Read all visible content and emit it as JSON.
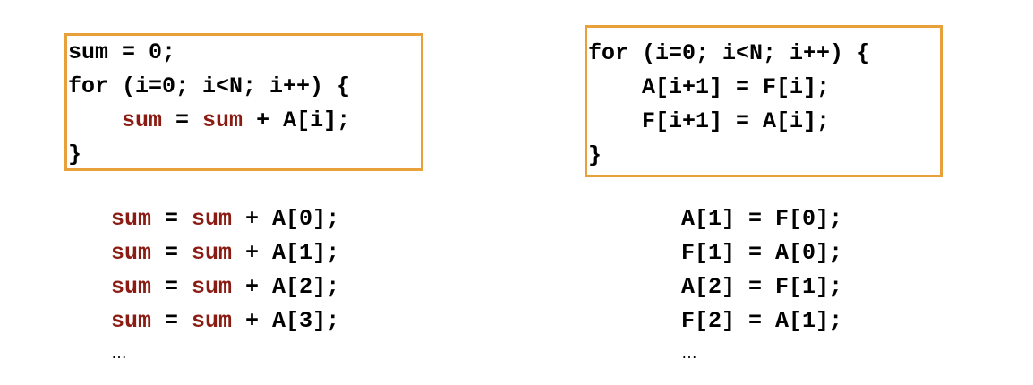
{
  "colors": {
    "box_border": "#e8a13a",
    "highlight": "#8b1c13",
    "text": "#000000"
  },
  "left": {
    "box_lines": [
      {
        "text": "sum = 0;"
      },
      {
        "text": "for (i=0; i<N; i++) {"
      },
      {
        "indent": "    ",
        "kw1": "sum",
        "op": " = ",
        "kw2": "sum",
        "rest": " + A[i];"
      },
      {
        "text": "}"
      }
    ],
    "unrolled": [
      {
        "kw1": "sum",
        "op": " = ",
        "kw2": "sum",
        "rest": " + A[0];"
      },
      {
        "kw1": "sum",
        "op": " = ",
        "kw2": "sum",
        "rest": " + A[1];"
      },
      {
        "kw1": "sum",
        "op": " = ",
        "kw2": "sum",
        "rest": " + A[2];"
      },
      {
        "kw1": "sum",
        "op": " = ",
        "kw2": "sum",
        "rest": " + A[3];"
      }
    ],
    "ellipsis": "…"
  },
  "right": {
    "box_lines": [
      {
        "text": "for (i=0; i<N; i++) {"
      },
      {
        "text": "    A[i+1] = F[i];"
      },
      {
        "text": "    F[i+1] = A[i];"
      },
      {
        "text": "}"
      }
    ],
    "unrolled": [
      {
        "text": "A[1] = F[0];"
      },
      {
        "text": "F[1] = A[0];"
      },
      {
        "text": "A[2] = F[1];"
      },
      {
        "text": "F[2] = A[1];"
      }
    ],
    "ellipsis": "…"
  }
}
